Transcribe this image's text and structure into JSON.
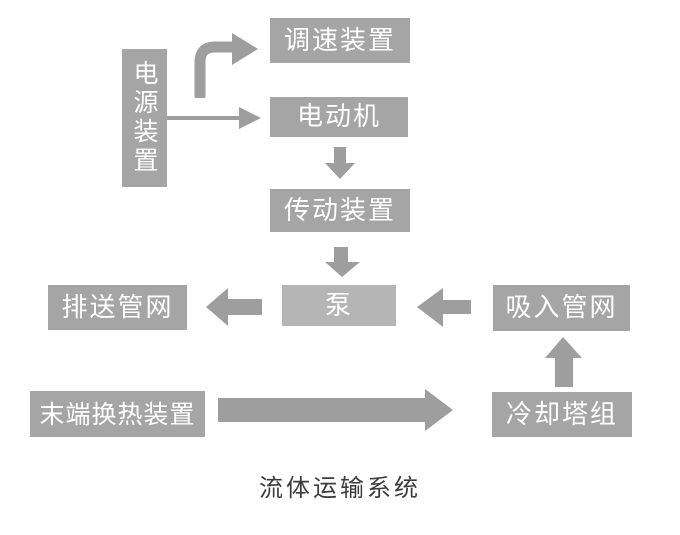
{
  "diagram": {
    "caption": "流体运输系统",
    "colors": {
      "bg": "#ffffff",
      "box": "#a5a5a5",
      "pump": "#b5b5b5",
      "arrow": "#9e9e9e",
      "label": "#ffffff",
      "caption_color": "#3c3c3c"
    },
    "nodes": [
      {
        "id": "power-supply",
        "label": "电源装置"
      },
      {
        "id": "speed-control",
        "label": "调速装置"
      },
      {
        "id": "motor",
        "label": "电动机"
      },
      {
        "id": "transmission",
        "label": "传动装置"
      },
      {
        "id": "pump",
        "label": "泵"
      },
      {
        "id": "discharge-network",
        "label": "排送管网"
      },
      {
        "id": "suction-network",
        "label": "吸入管网"
      },
      {
        "id": "terminal-heat-exchange",
        "label": "末端换热装置"
      },
      {
        "id": "cooling-tower",
        "label": "冷却塔组"
      }
    ],
    "edges": [
      {
        "from": "power-supply",
        "to": "speed-control",
        "style": "elbow-arrow"
      },
      {
        "from": "power-supply",
        "to": "motor",
        "style": "line-arrow"
      },
      {
        "from": "motor",
        "to": "transmission",
        "style": "block-arrow-down"
      },
      {
        "from": "transmission",
        "to": "pump",
        "style": "block-arrow-down"
      },
      {
        "from": "pump",
        "to": "discharge-network",
        "style": "block-arrow-left"
      },
      {
        "from": "suction-network",
        "to": "pump",
        "style": "block-arrow-left"
      },
      {
        "from": "terminal-heat-exchange",
        "to": "cooling-tower",
        "style": "block-arrow-right"
      },
      {
        "from": "cooling-tower",
        "to": "suction-network",
        "style": "block-arrow-up"
      }
    ]
  }
}
